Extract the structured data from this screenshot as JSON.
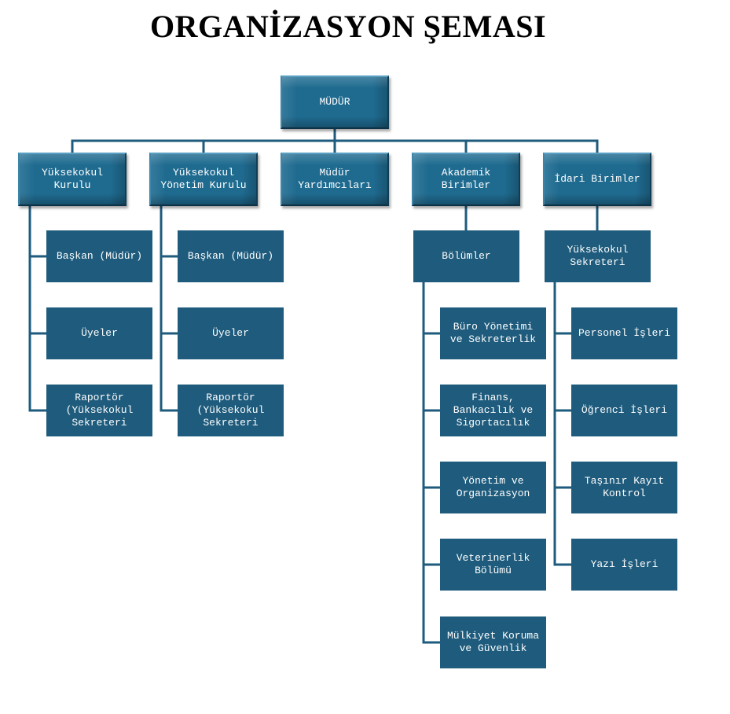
{
  "title": "ORGANİZASYON ŞEMASI",
  "colors": {
    "box": "#1e5b7c",
    "box_beveled": "#1f6b90",
    "connector": "#1e5b7c",
    "text": "#ffffff"
  },
  "top": "MÜDÜR",
  "level1": [
    {
      "label": "Yüksekokul\nKurulu",
      "children": [
        "Başkan (Müdür)",
        "Üyeler",
        "Raportör\n(Yüksekokul\nSekreteri"
      ]
    },
    {
      "label": "Yüksekokul\nYönetim Kurulu",
      "children": [
        "Başkan (Müdür)",
        "Üyeler",
        "Raportör\n(Yüksekokul\nSekreteri"
      ]
    },
    {
      "label": "Müdür\nYardımcıları",
      "children": []
    },
    {
      "label": "Akademik\nBirimler",
      "sub": "Bölümler",
      "children": [
        "Büro Yönetimi\nve Sekreterlik",
        "Finans,\nBankacılık ve\nSigortacılık",
        "Yönetim ve\nOrganizasyon",
        "Veterinerlik\nBölümü",
        "Mülkiyet Koruma\nve Güvenlik"
      ]
    },
    {
      "label": "İdari Birimler",
      "sub": "Yüksekokul\nSekreteri",
      "children": [
        "Personel İşleri",
        "Öğrenci İşleri",
        "Taşınır Kayıt\nKontrol",
        "Yazı İşleri"
      ]
    }
  ]
}
